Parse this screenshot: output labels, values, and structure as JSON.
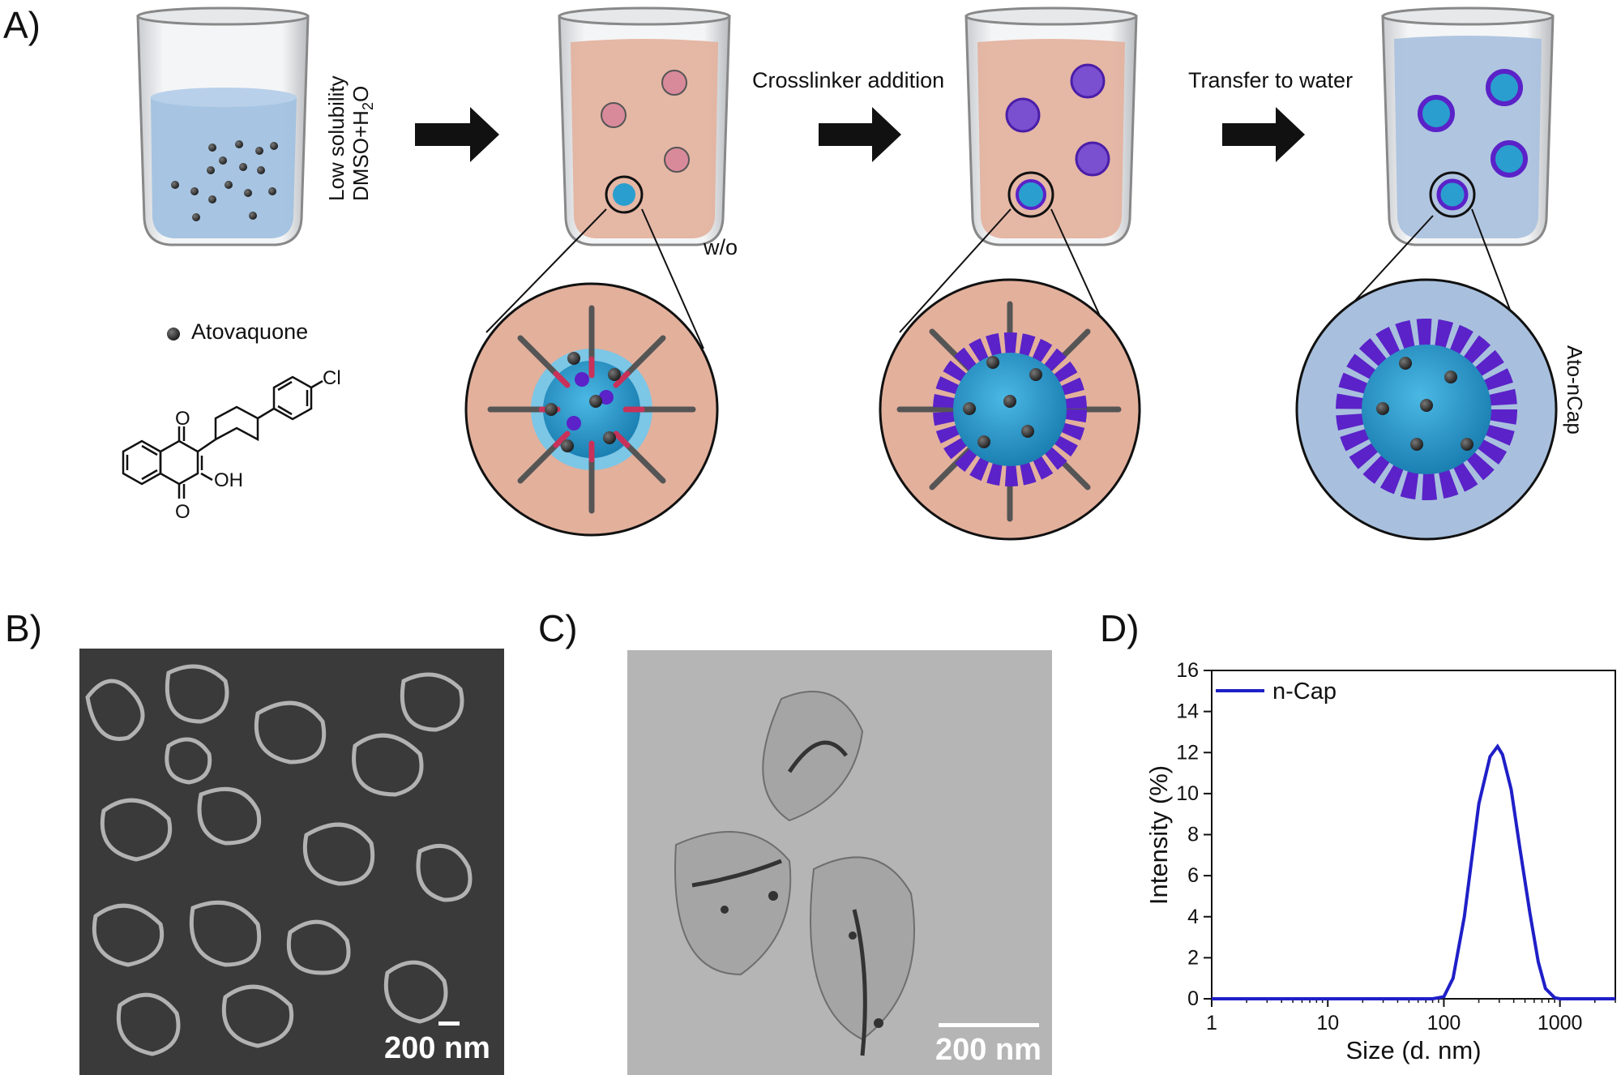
{
  "panels": {
    "a": "A)",
    "b": "B)",
    "c": "C)",
    "d": "D)"
  },
  "scheme": {
    "beaker1_label_line1": "Low solubility",
    "beaker1_label_line2": "DMSO+H",
    "beaker1_label_sub": "2",
    "beaker1_label_end": "O",
    "legend_atovaquone": "Atovaquone",
    "step2": "Crosslinker addition",
    "step3": "Transfer to water",
    "wo_label": "w/o",
    "product_label": "Ato-nCap",
    "chem_cl": "Cl",
    "chem_oh": "OH",
    "chem_o_top": "O",
    "chem_o_bottom": "O"
  },
  "micrographs": {
    "sem_scale": "200 nm",
    "tem_scale": "200 nm"
  },
  "colors": {
    "arrow": "#111111",
    "water": "#9fc0e0",
    "oil": "#e3b09c",
    "core": "#2a9fcf",
    "protein": "#5a22c8",
    "curve": "#1f1fc8"
  },
  "chart_data": {
    "type": "line",
    "title": "",
    "xlabel": "Size (d. nm)",
    "ylabel": "Intensity (%)",
    "xscale": "log",
    "xlim": [
      1,
      3000
    ],
    "ylim": [
      0,
      16
    ],
    "x_ticks": [
      "1",
      "10",
      "100",
      "1000"
    ],
    "y_ticks": [
      "0",
      "2",
      "4",
      "6",
      "8",
      "10",
      "12",
      "14",
      "16"
    ],
    "legend_position": "top-left",
    "series": [
      {
        "name": "n-Cap",
        "x": [
          1,
          10,
          80,
          100,
          120,
          150,
          200,
          250,
          290,
          320,
          380,
          450,
          550,
          650,
          750,
          900,
          1000,
          3000
        ],
        "y": [
          0,
          0,
          0,
          0.1,
          1.0,
          4.0,
          9.5,
          11.8,
          12.3,
          11.9,
          10.2,
          7.4,
          4.2,
          1.8,
          0.5,
          0.05,
          0,
          0
        ]
      }
    ]
  }
}
